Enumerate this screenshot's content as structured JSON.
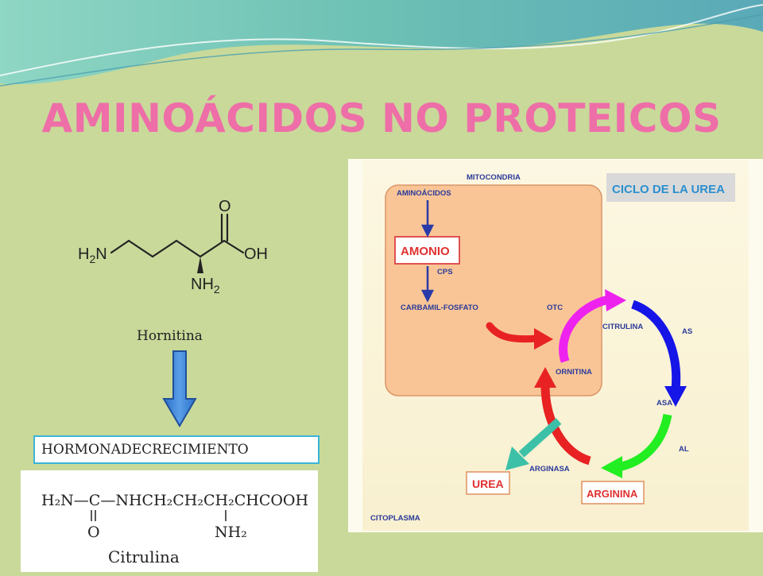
{
  "slide": {
    "title": "AMINOÁCIDOS NO PROTEICOS",
    "molecule_label": "Hornitina",
    "hormone_box": "HORMONADECRECIMIENTO",
    "colors": {
      "title": "#ee6ea8",
      "background": "#c9d99a",
      "banner": "#7cc9b8"
    }
  },
  "ornithine_structure": {
    "atoms": {
      "o": "O",
      "oh": "OH",
      "h2n_h": "H",
      "h2n_sub": "2",
      "h2n_n": "N",
      "nh2_nh": "NH",
      "nh2_sub": "2"
    }
  },
  "citrulline_structure": {
    "h2n": "H₂N—C—NHCH₂CH₂CH₂CHCOOH",
    "o": "O",
    "nh2": "NH₂",
    "name": "Citrulina"
  },
  "urea_cycle": {
    "mitochondria": "MITOCONDRIA",
    "title": "CICLO DE LA UREA",
    "aminoacids": "AMINOÁCIDOS",
    "ammonium": "AMONIO",
    "cps": "CPS",
    "carbamoyl": "CARBAMIL-FOSFATO",
    "otc": "OTC",
    "citrulline": "CITRULINA",
    "as": "AS",
    "ornithine": "ORNITINA",
    "asa": "ASA",
    "al": "AL",
    "arginase": "ARGINASA",
    "urea": "UREA",
    "arginine": "ARGININA",
    "cytoplasm": "CITOPLASMA"
  }
}
